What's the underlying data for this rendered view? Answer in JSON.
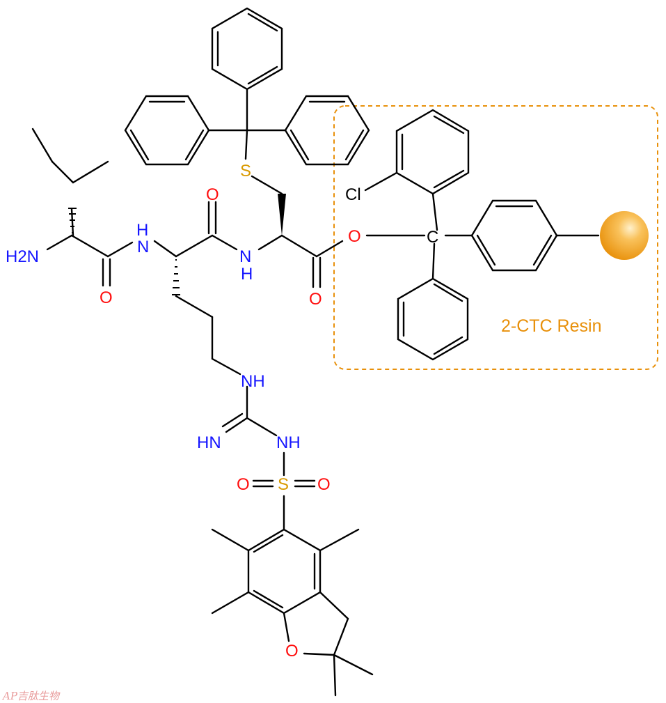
{
  "colors": {
    "bond": "#000000",
    "nitrogen": "#1515ff",
    "oxygen": "#ff0d0d",
    "sulfur": "#d99a00",
    "carbon": "#000000",
    "resin": "#e8900a",
    "resin_bead": "#f5a623",
    "watermark": "#e58a8a"
  },
  "atoms": {
    "h2n": "H2N",
    "nh1": "H",
    "nh1_n": "N",
    "nh2": "N",
    "nh2_h": "H",
    "o_ile": "O",
    "o_arg": "O",
    "o_cys": "O",
    "o_ester": "O",
    "s_cys": "S",
    "cl": "Cl",
    "c_trityl": "C",
    "nh_guan": "NH",
    "hn_imine": "HN",
    "nh_sulfonyl": "NH",
    "s_sulfonyl": "S",
    "o_sulfonyl_left": "O",
    "o_sulfonyl_right": "O",
    "o_furan": "O"
  },
  "resin_label": "2-CTC Resin",
  "watermark": "AP吉肽生物"
}
